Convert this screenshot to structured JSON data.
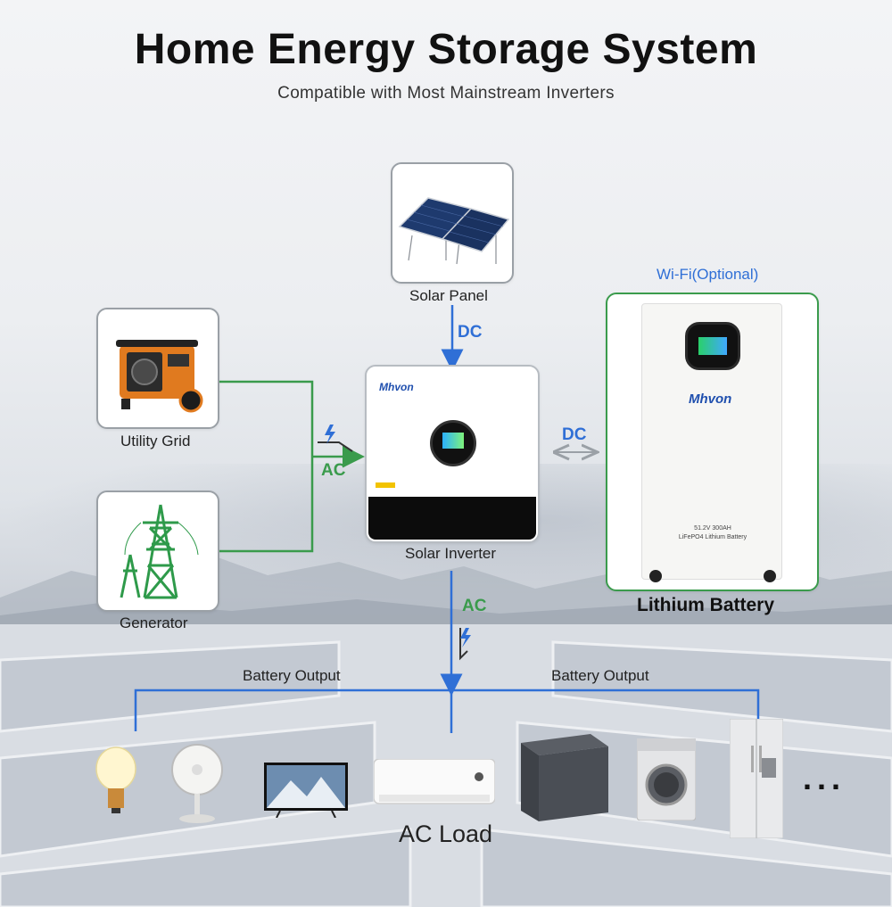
{
  "title": "Home Energy Storage System",
  "subtitle": "Compatible with Most Mainstream Inverters",
  "nodes": {
    "solar_panel": "Solar Panel",
    "utility_grid": "Utility Grid",
    "generator": "Generator",
    "solar_inverter": "Solar Inverter",
    "lithium_battery": "Lithium Battery",
    "wifi": "Wi-Fi(Optional)"
  },
  "flows": {
    "solar_to_inverter": "DC",
    "grid_to_inverter": "AC",
    "inverter_battery": "DC",
    "inverter_to_load": "AC",
    "output_left": "Battery Output",
    "output_right": "Battery Output"
  },
  "brand": {
    "inverter": "Mhvon",
    "battery": "Mhvon"
  },
  "battery_spec": {
    "line1": "51.2V 300AH",
    "line2": "LiFePO4 Lithium Battery"
  },
  "load": {
    "label": "AC Load",
    "more": "..."
  },
  "colors": {
    "dc_blue": "#2f6fd6",
    "ac_green": "#3a9b4c",
    "battery_border": "#3a9b4c",
    "card_border": "#9aa0a6"
  }
}
